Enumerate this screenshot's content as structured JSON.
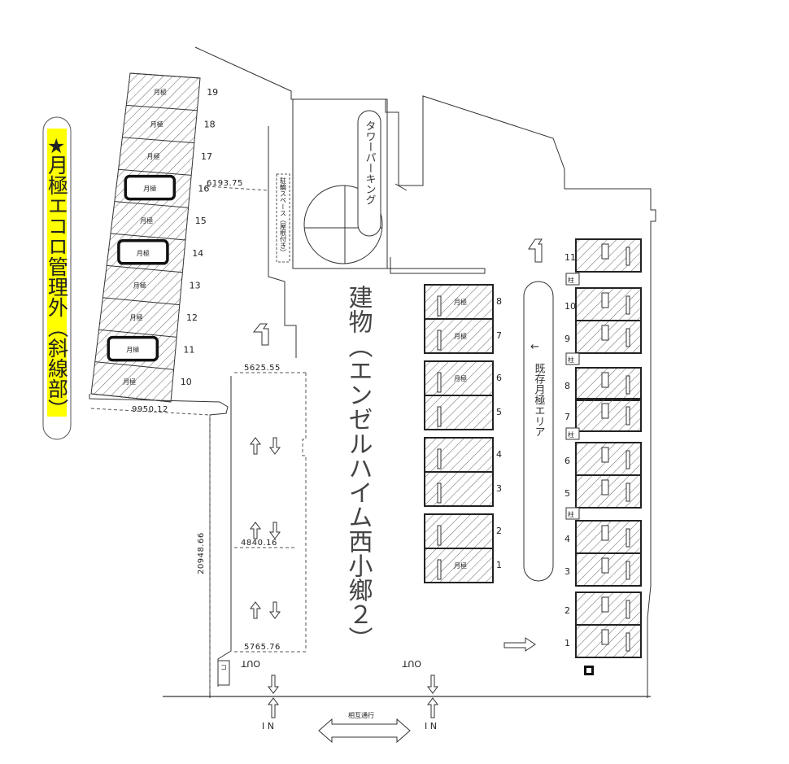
{
  "note": {
    "star": "★",
    "text": "月極エコロ管理外（斜線部）",
    "bg_color": "#ffff00"
  },
  "building": {
    "label": "建物（エンゼルハイム西小鄉２）"
  },
  "tower_parking": {
    "label": "タワーパーキング"
  },
  "bicycle_space": {
    "label": "駐輪スペース（屋根付き）"
  },
  "existing_area": {
    "arrow": "←",
    "label": "既存月極エリア"
  },
  "two_way": {
    "label": "相互通行"
  },
  "entrances": [
    {
      "in": "I N",
      "out": "OUT"
    },
    {
      "in": "I N",
      "out": "OUT"
    }
  ],
  "dimensions": {
    "d1": "6193.75",
    "d2": "9950.12",
    "d3": "5625.55",
    "d4": "4840.16",
    "d5": "5765.76",
    "d6": "20948.66"
  },
  "monthly_label": "月極",
  "sign_label": "柱",
  "small_mark": "コ",
  "left_spaces": [
    {
      "no": "19",
      "label": "月極",
      "outlined": false
    },
    {
      "no": "18",
      "label": "月極",
      "outlined": false
    },
    {
      "no": "17",
      "label": "月極",
      "outlined": false
    },
    {
      "no": "16",
      "label": "月極",
      "outlined": true
    },
    {
      "no": "15",
      "label": "月極",
      "outlined": false
    },
    {
      "no": "14",
      "label": "月極",
      "outlined": true
    },
    {
      "no": "13",
      "label": "月極",
      "outlined": false
    },
    {
      "no": "12",
      "label": "月極",
      "outlined": false
    },
    {
      "no": "11",
      "label": "月極",
      "outlined": true
    },
    {
      "no": "10",
      "label": "月極",
      "outlined": false
    }
  ],
  "middle_spaces": [
    {
      "no": "8",
      "label": "月極"
    },
    {
      "no": "7",
      "label": "月極"
    },
    {
      "no": "6",
      "label": "月極"
    },
    {
      "no": "5",
      "label": ""
    },
    {
      "no": "4",
      "label": ""
    },
    {
      "no": "3",
      "label": ""
    },
    {
      "no": "2",
      "label": ""
    },
    {
      "no": "1",
      "label": "月極"
    }
  ],
  "right_spaces": [
    "11",
    "10",
    "9",
    "8",
    "7",
    "6",
    "5",
    "4",
    "3",
    "2",
    "1"
  ]
}
